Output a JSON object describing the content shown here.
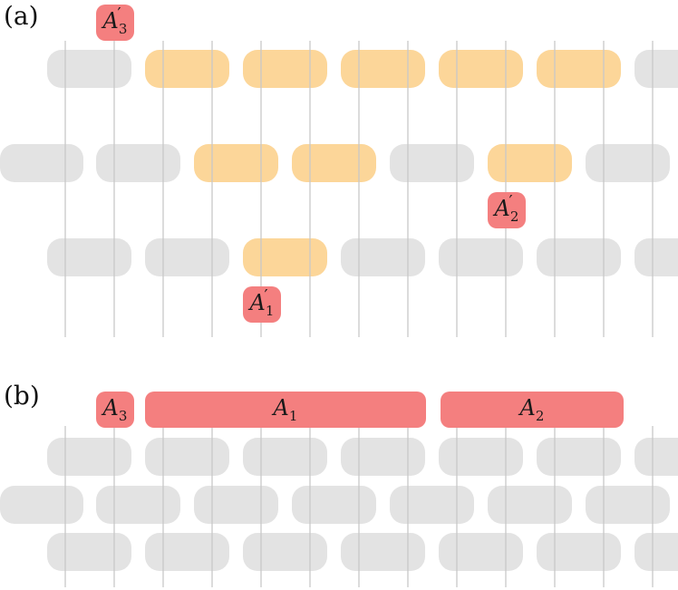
{
  "panels": {
    "a": {
      "label": "(a)"
    },
    "b": {
      "label": "(b)"
    }
  },
  "colors": {
    "gray_block": "#e3e3e3",
    "highlight_block": "#fcd699",
    "tag": "#f47f7f",
    "vline": "#c8c8c8"
  },
  "panel_a": {
    "rows": [
      {
        "blocks": [
          "gray",
          "orange",
          "orange",
          "orange",
          "orange",
          "orange",
          "gray"
        ]
      },
      {
        "blocks": [
          "gray",
          "gray",
          "orange",
          "orange",
          "gray",
          "orange",
          "gray"
        ]
      },
      {
        "blocks": [
          "gray",
          "gray",
          "orange",
          "gray",
          "gray",
          "gray",
          "gray"
        ]
      }
    ],
    "tags": [
      {
        "letter": "A",
        "sub": "3",
        "prime": true
      },
      {
        "letter": "A",
        "sub": "2",
        "prime": true
      },
      {
        "letter": "A",
        "sub": "1",
        "prime": true
      }
    ]
  },
  "panel_b": {
    "tags": [
      {
        "letter": "A",
        "sub": "3"
      },
      {
        "letter": "A",
        "sub": "1"
      },
      {
        "letter": "A",
        "sub": "2"
      }
    ]
  }
}
